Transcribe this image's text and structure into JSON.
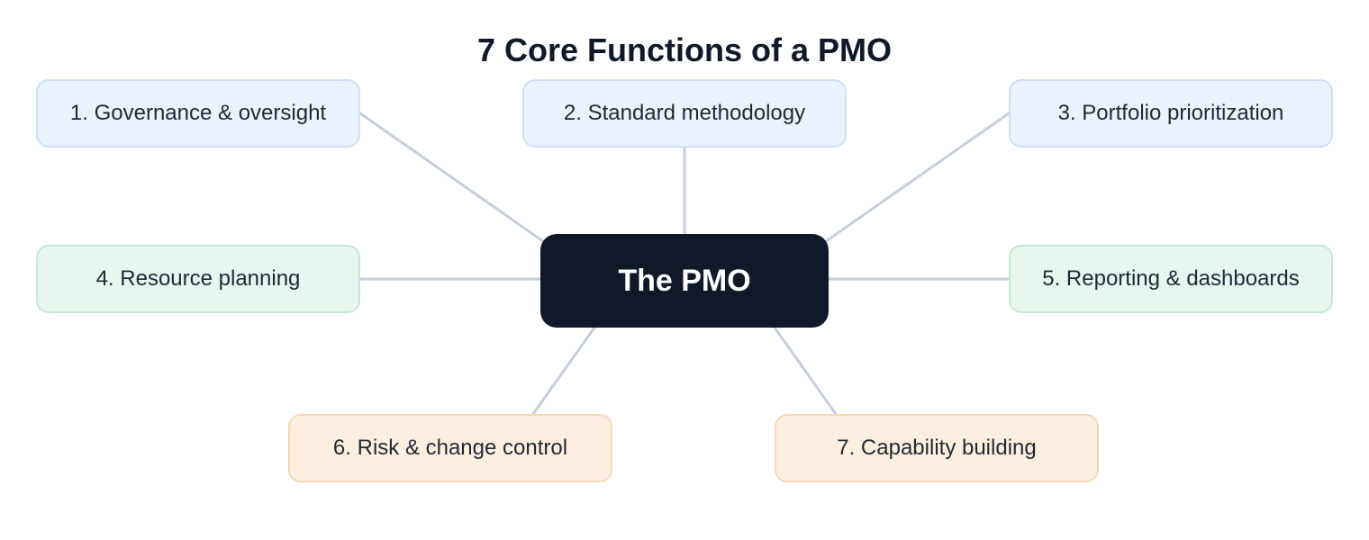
{
  "diagram": {
    "title": "7 Core Functions of a PMO",
    "center": {
      "label": "The PMO"
    },
    "nodes": [
      {
        "label": "1. Governance & oversight",
        "group": "blue"
      },
      {
        "label": "2. Standard methodology",
        "group": "blue"
      },
      {
        "label": "3. Portfolio prioritization",
        "group": "blue"
      },
      {
        "label": "4. Resource planning",
        "group": "green"
      },
      {
        "label": "5. Reporting & dashboards",
        "group": "green"
      },
      {
        "label": "6. Risk & change control",
        "group": "orange"
      },
      {
        "label": "7. Capability building",
        "group": "orange"
      }
    ],
    "colors": {
      "center_fill": "#111827",
      "blue_fill": "#eaf2fc",
      "green_fill": "#e8f6ef",
      "orange_fill": "#fdefdf",
      "connector": "#c5cedc"
    }
  }
}
